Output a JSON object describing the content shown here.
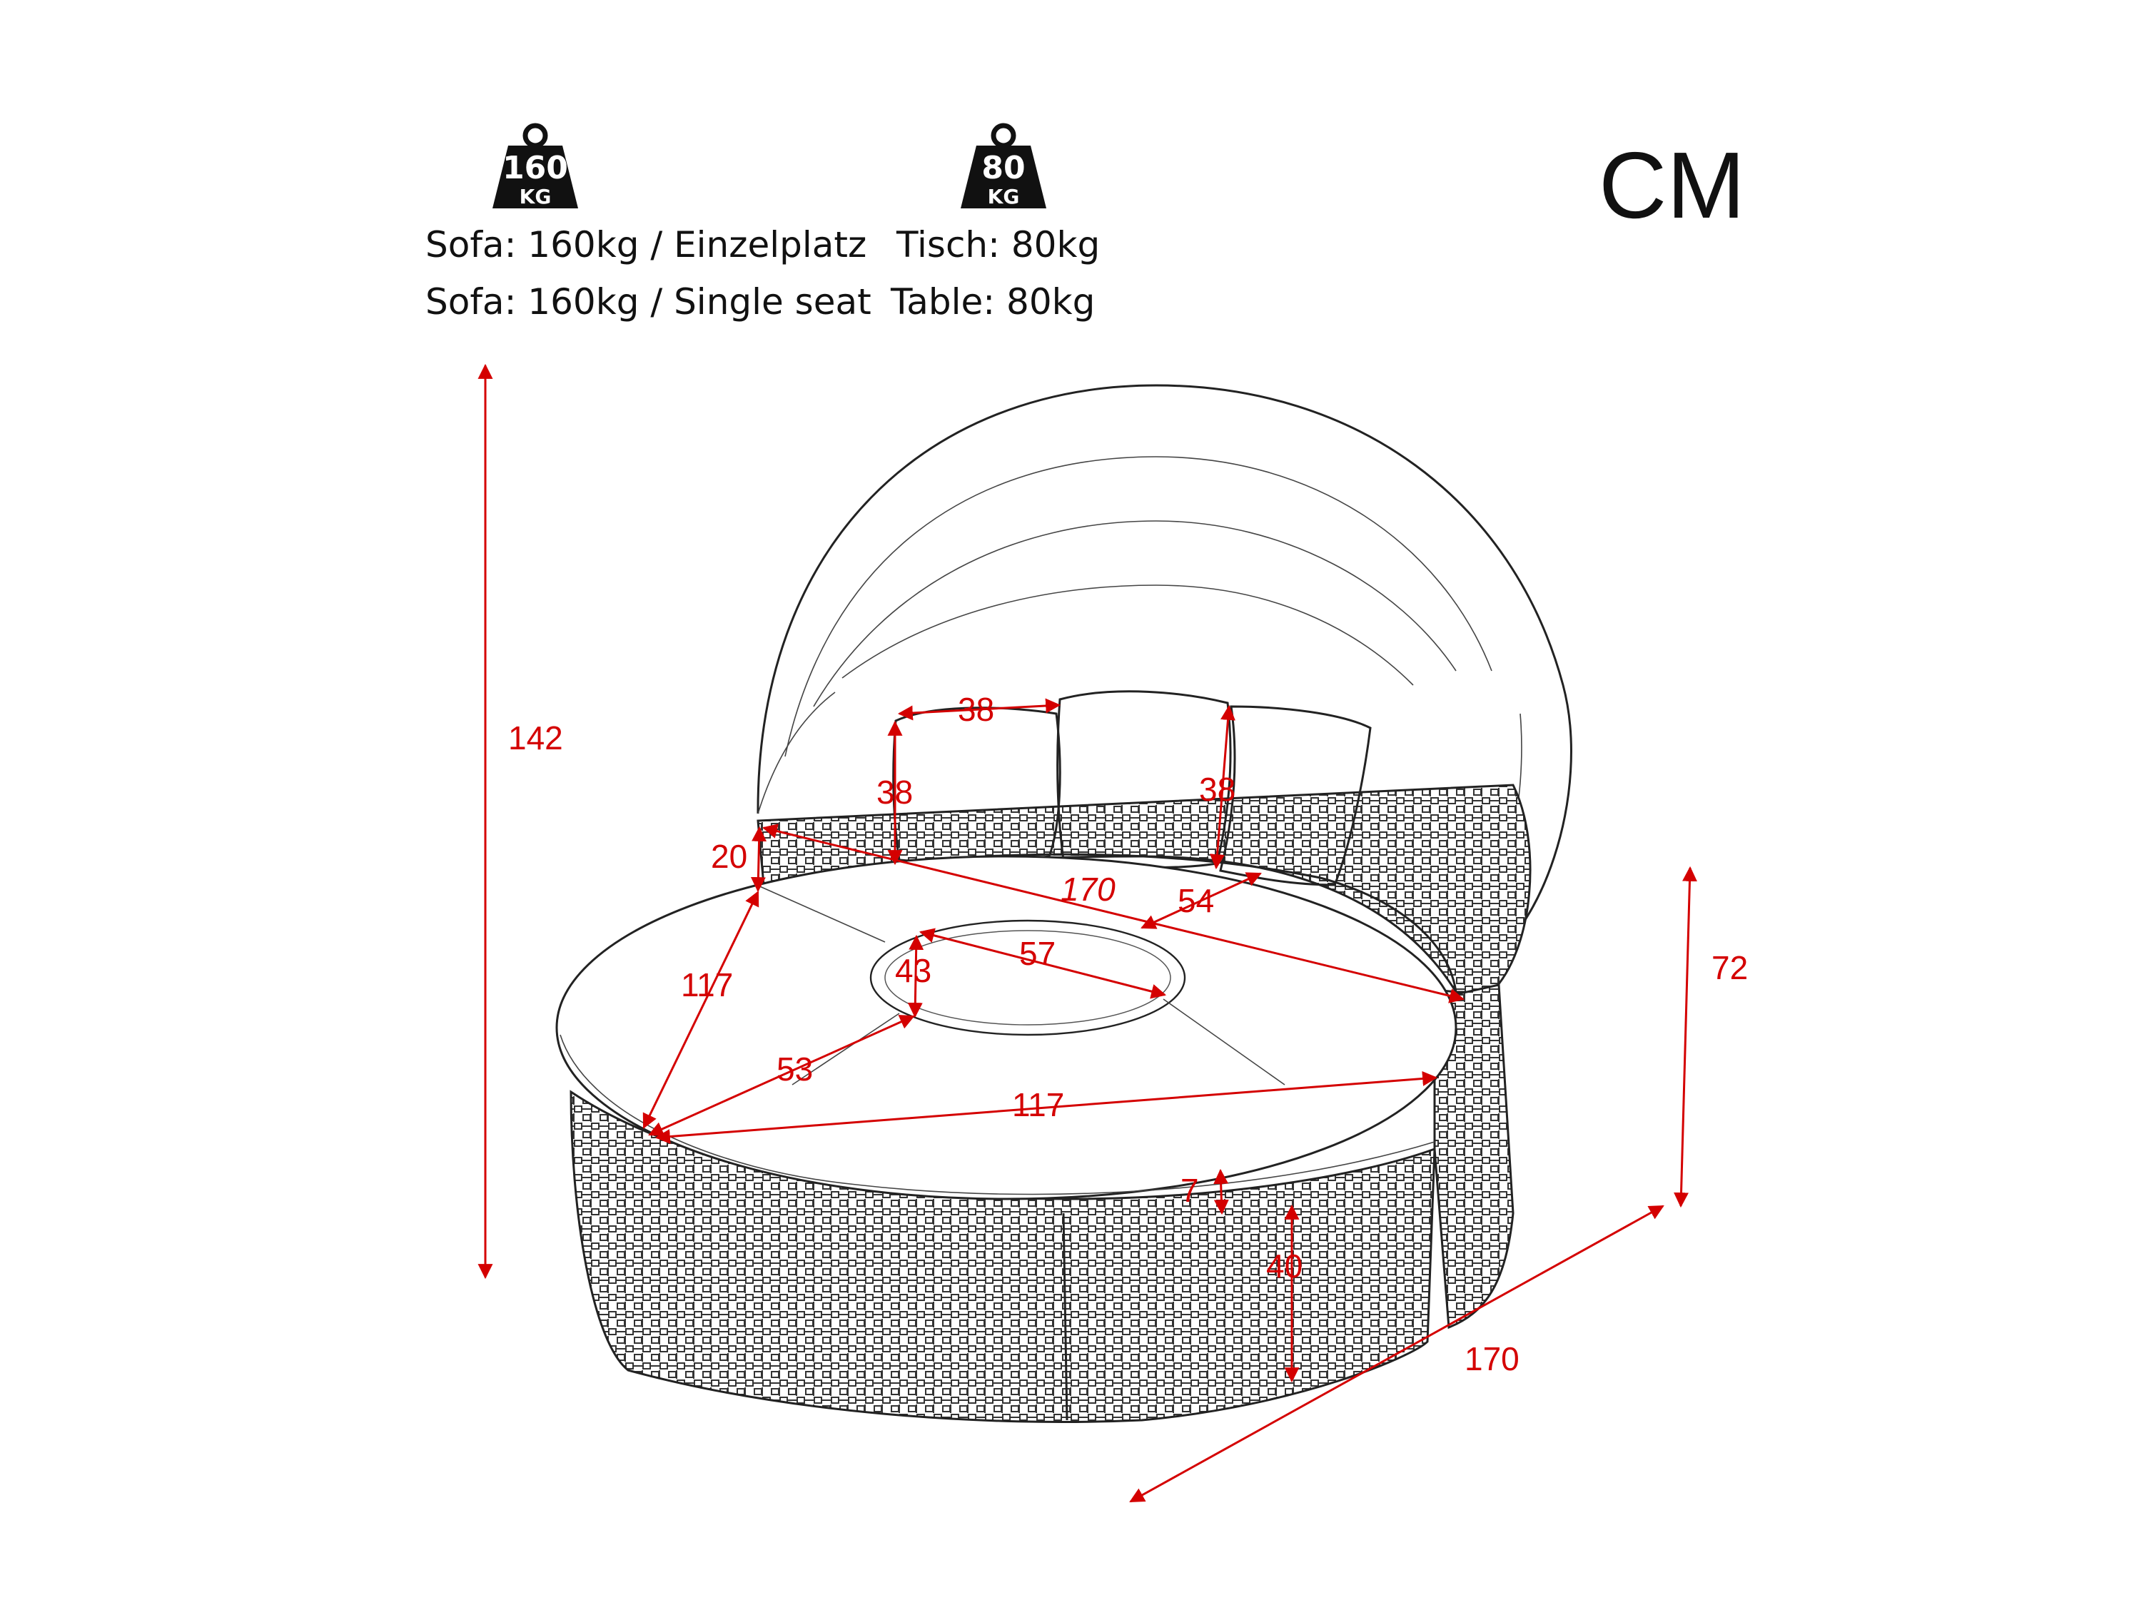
{
  "unit_label": "CM",
  "badges": [
    {
      "number": "160",
      "unit": "KG"
    },
    {
      "number": "80",
      "unit": "KG"
    }
  ],
  "weight_lines": [
    {
      "sofa": "Sofa: 160kg / Einzelplatz",
      "table": "Tisch: 80kg"
    },
    {
      "sofa": "Sofa: 160kg / Single seat",
      "table": "Table: 80kg"
    }
  ],
  "dimensions": {
    "overall_height": "142",
    "seat_height_total": "72",
    "overall_depth": "170",
    "pillow_width": "38",
    "pillow_height_left": "38",
    "pillow_height_right": "38",
    "backrest_height": "20",
    "back_width": "170",
    "back_cushion_depth": "54",
    "cushion_diagonal": "117",
    "table_height": "43",
    "table_diameter": "57",
    "segment_width": "53",
    "front_diameter": "117",
    "cushion_thickness": "7",
    "base_height": "40"
  },
  "colors": {
    "dimension_lines": "#d40000",
    "sketch": "#222222",
    "badge_fill": "#111111"
  },
  "icons": [
    "weight-icon",
    "weight-icon"
  ]
}
